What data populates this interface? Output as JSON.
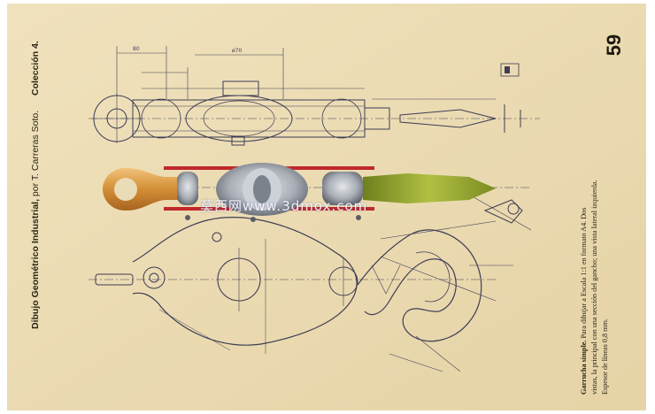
{
  "header": {
    "title": "Dibujo Geométrico Industrial,",
    "author": " por T. Carreras Soto.",
    "series": "Colección 4."
  },
  "page_number": "59",
  "caption": {
    "heading": "Garrucha simple.",
    "line1": " Para dibujar a Escala 1:1 en formato A4. Dos",
    "line2": "vistas, la principal con una sección del gancho; una vista lateral izquierda.",
    "line3": "Espesor de líneas 0,8 mm."
  },
  "watermark": "莫西网www.3dmox.com",
  "colors": {
    "paper": "#ecdcb4",
    "ink": "#3a3a52",
    "highlight_red": "#c0282a",
    "ring_orange": "#d9963c",
    "hook_green": "#8ea02c",
    "pulley_grey": "#9aa0a8"
  }
}
